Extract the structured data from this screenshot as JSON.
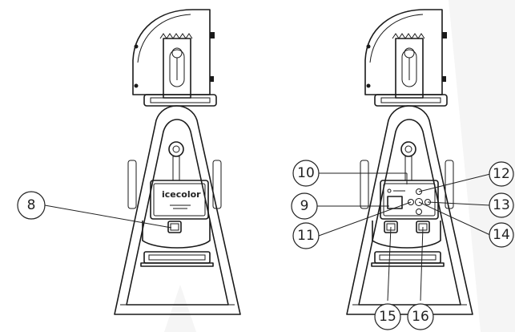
{
  "colors": {
    "background": "#ffffff",
    "line": "#1a1a1a",
    "watermark": "#f4f4f4"
  },
  "left_unit": {
    "brand_label": "icecolor"
  },
  "callouts": [
    {
      "id": "c8",
      "label": "8"
    },
    {
      "id": "c9",
      "label": "9"
    },
    {
      "id": "c10",
      "label": "10"
    },
    {
      "id": "c11",
      "label": "11"
    },
    {
      "id": "c12",
      "label": "12"
    },
    {
      "id": "c13",
      "label": "13"
    },
    {
      "id": "c14",
      "label": "14"
    },
    {
      "id": "c15",
      "label": "15"
    },
    {
      "id": "c16",
      "label": "16"
    }
  ]
}
